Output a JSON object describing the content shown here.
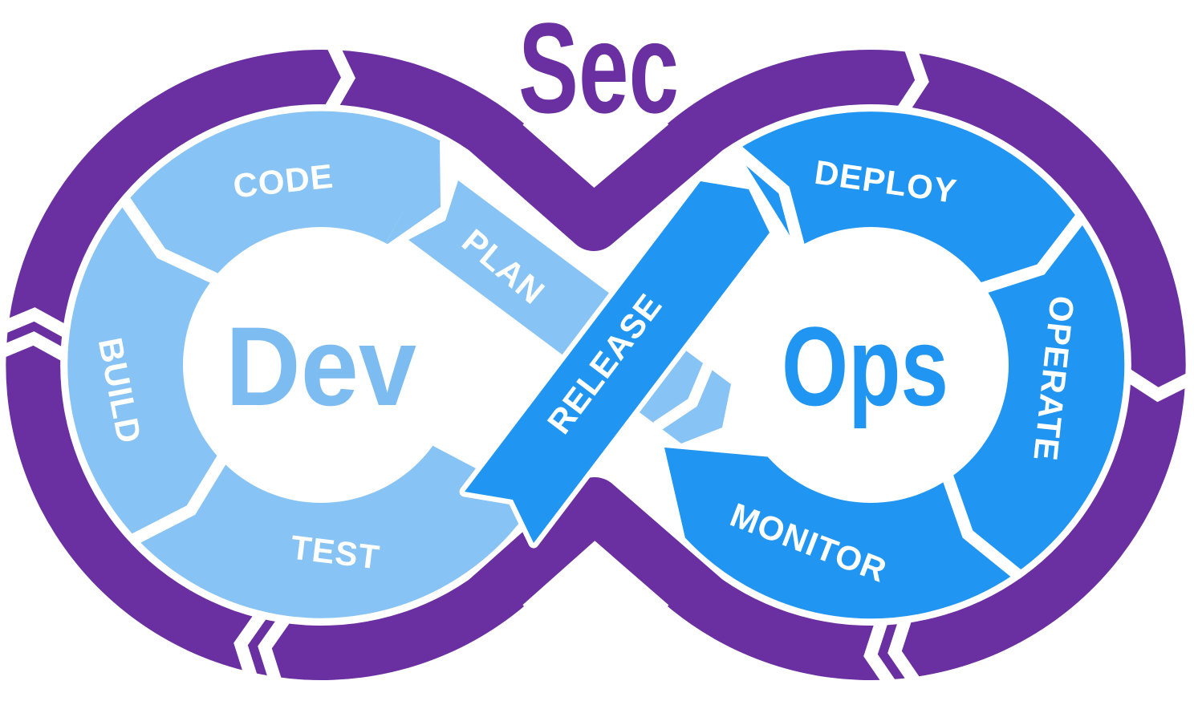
{
  "diagram": {
    "title": "Sec",
    "dev_loop": {
      "label": "Dev",
      "segments": {
        "plan": "PLAN",
        "code": "CODE",
        "build": "BUILD",
        "test": "TEST"
      }
    },
    "release_banner": "RELEASE",
    "ops_loop": {
      "label": "Ops",
      "segments": {
        "deploy": "DEPLOY",
        "operate": "OPERATE",
        "monitor": "MONITOR"
      }
    },
    "colors": {
      "sec_purple": "#6A2FA0",
      "dev_light_blue": "#87C3F4",
      "dev_text_blue": "#7CBCF1",
      "ops_bright_blue": "#2095F2",
      "background": "#FFFFFF",
      "label_text": "#FFFFFF"
    }
  }
}
